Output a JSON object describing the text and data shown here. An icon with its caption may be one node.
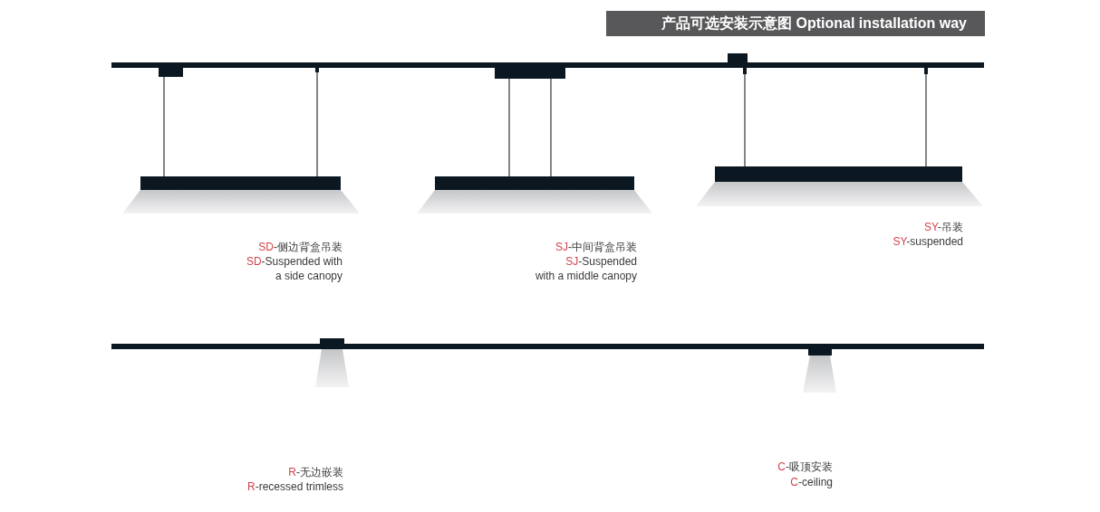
{
  "diagram": {
    "title": "产品可选安装示意图 Optional installation way",
    "labels": [
      "SD-侧边背盒吊装",
      "SD-Suspended with a side canopy",
      "SJ-中间背盒吊装",
      "SJ-Suspended with a middle canopy",
      "SY-吊装",
      "SY-suspended",
      "R-无边嵌装",
      "R-recessed trimless",
      "C-吸顶安装",
      "C-ceiling"
    ]
  }
}
